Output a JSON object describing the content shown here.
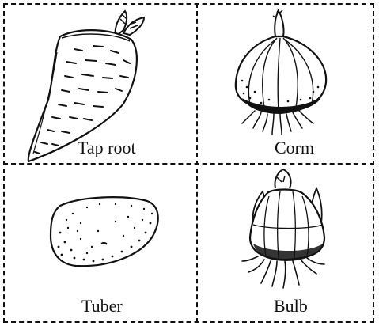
{
  "cells": [
    {
      "label": "Tap root",
      "icon": "carrot-taproot-illustration"
    },
    {
      "label": "Corm",
      "icon": "garlic-corm-illustration"
    },
    {
      "label": "Tuber",
      "icon": "potato-tuber-illustration"
    },
    {
      "label": "Bulb",
      "icon": "onion-bulb-illustration"
    }
  ],
  "colors": {
    "ink": "#111111",
    "background": "#ffffff"
  }
}
